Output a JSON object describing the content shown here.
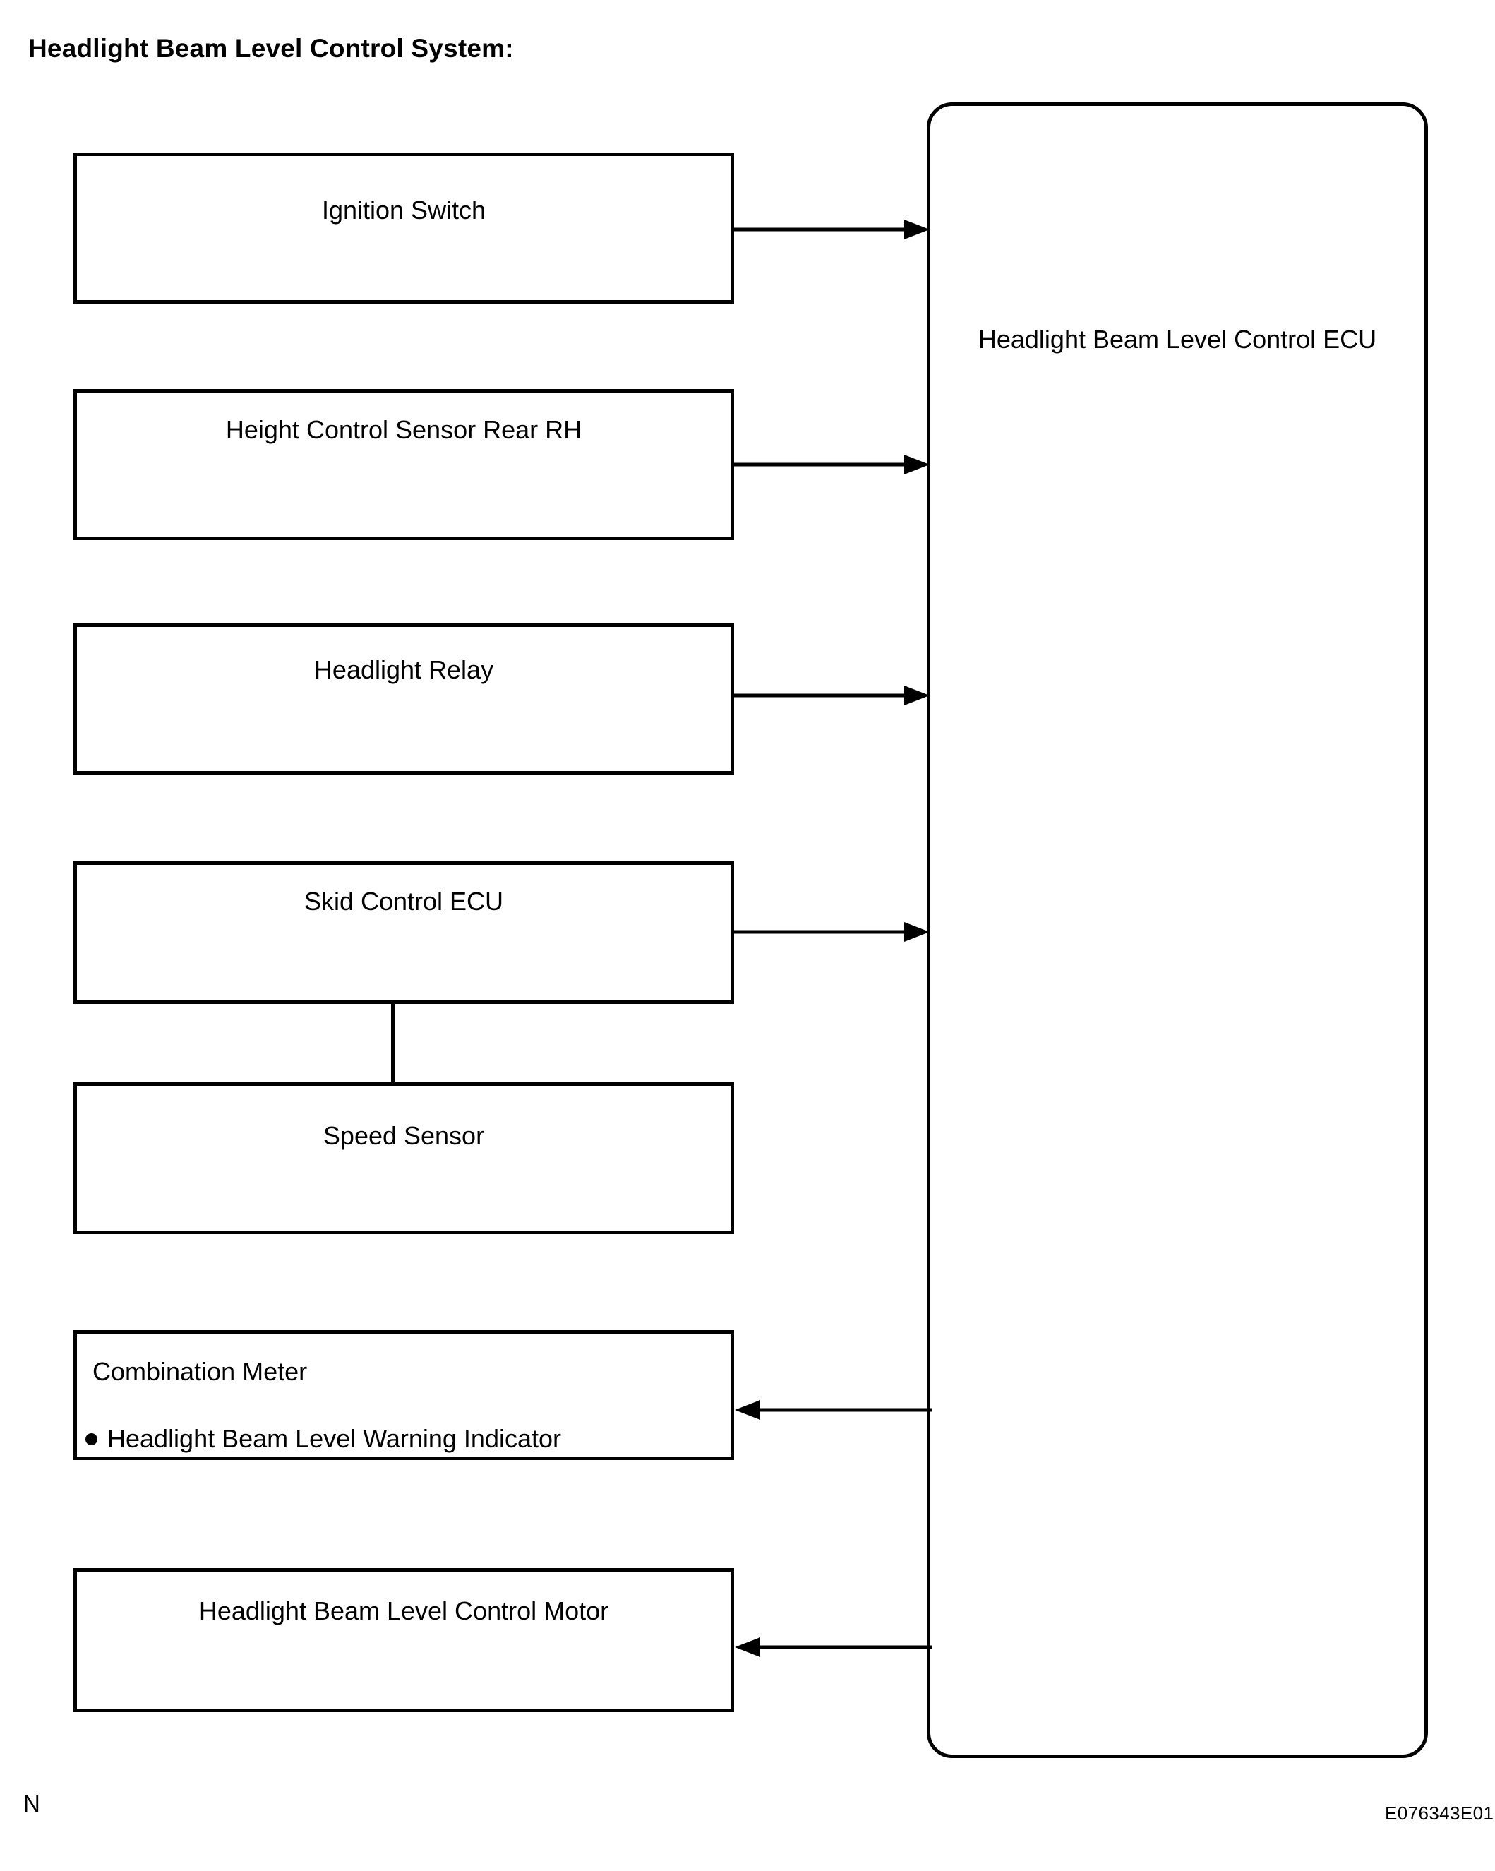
{
  "title": "Headlight Beam Level Control System:",
  "ecu": {
    "label": "Headlight Beam Level Control ECU"
  },
  "nodes": [
    {
      "id": "ignition-switch",
      "label": "Ignition Switch"
    },
    {
      "id": "height-control-sensor",
      "label": "Height Control Sensor Rear RH"
    },
    {
      "id": "headlight-relay",
      "label": "Headlight Relay"
    },
    {
      "id": "skid-control-ecu",
      "label": "Skid Control ECU"
    },
    {
      "id": "speed-sensor",
      "label": "Speed Sensor"
    },
    {
      "id": "headlight-beam-level-control-motor",
      "label": "Headlight Beam Level Control Motor"
    }
  ],
  "combination_meter": {
    "title": "Combination Meter",
    "bullet_items": [
      "Headlight Beam Level Warning Indicator"
    ]
  },
  "connections": [
    {
      "from": "ignition-switch",
      "to": "ecu",
      "direction": "right"
    },
    {
      "from": "height-control-sensor",
      "to": "ecu",
      "direction": "right"
    },
    {
      "from": "headlight-relay",
      "to": "ecu",
      "direction": "right"
    },
    {
      "from": "skid-control-ecu",
      "to": "ecu",
      "direction": "right"
    },
    {
      "from": "skid-control-ecu",
      "to": "speed-sensor",
      "direction": "vertical"
    },
    {
      "from": "ecu",
      "to": "combination-meter",
      "direction": "left"
    },
    {
      "from": "ecu",
      "to": "headlight-beam-level-control-motor",
      "direction": "left"
    }
  ],
  "footer": {
    "left_mark": "N",
    "figure_code": "E076343E01"
  },
  "colors": {
    "ink": "#000000",
    "paper": "#ffffff"
  }
}
